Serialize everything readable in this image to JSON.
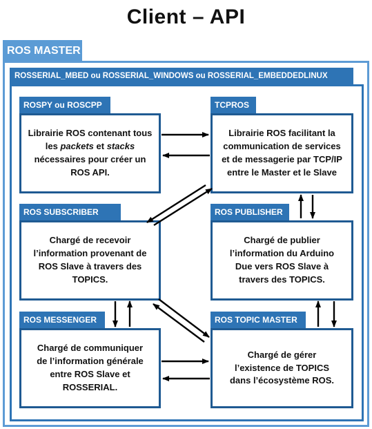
{
  "title": "Client – API",
  "ros_master": {
    "label": "ROS MASTER"
  },
  "rosserial": {
    "label": "ROSSERIAL_MBED ou ROSSERIAL_WINDOWS ou ROSSERIAL_EMBEDDEDLINUX"
  },
  "components": {
    "rospy": {
      "label": "ROSPY ou ROSCPP",
      "parts": [
        {
          "t": "Librairie ROS contenant tous les "
        },
        {
          "t": "packets",
          "i": true
        },
        {
          "t": " et "
        },
        {
          "t": "stacks",
          "i": true
        },
        {
          "t": " nécessaires pour créer un ROS API."
        }
      ]
    },
    "tcpros": {
      "label": "TCPROS",
      "text": "Librairie ROS facilitant la communication de services et de messagerie par TCP/IP entre le Master et le Slave"
    },
    "subscriber": {
      "label": "ROS SUBSCRIBER",
      "text": "Chargé de recevoir l’information provenant de ROS Slave à travers des TOPICS."
    },
    "publisher": {
      "label": "ROS PUBLISHER",
      "text": "Chargé de publier l’information du Arduino Due vers ROS Slave à travers des TOPICS."
    },
    "messenger": {
      "label": "ROS MESSENGER",
      "text": "Chargé de communiquer de l’information générale entre ROS Slave et ROSSERIAL."
    },
    "topic_master": {
      "label": "ROS TOPIC MASTER",
      "text": "Chargé de gérer l’existence de TOPICS dans l’écosystème ROS."
    }
  },
  "colors": {
    "light_blue": "#5b9bd5",
    "blue": "#2e74b5",
    "box_border": "#1f5a92"
  }
}
